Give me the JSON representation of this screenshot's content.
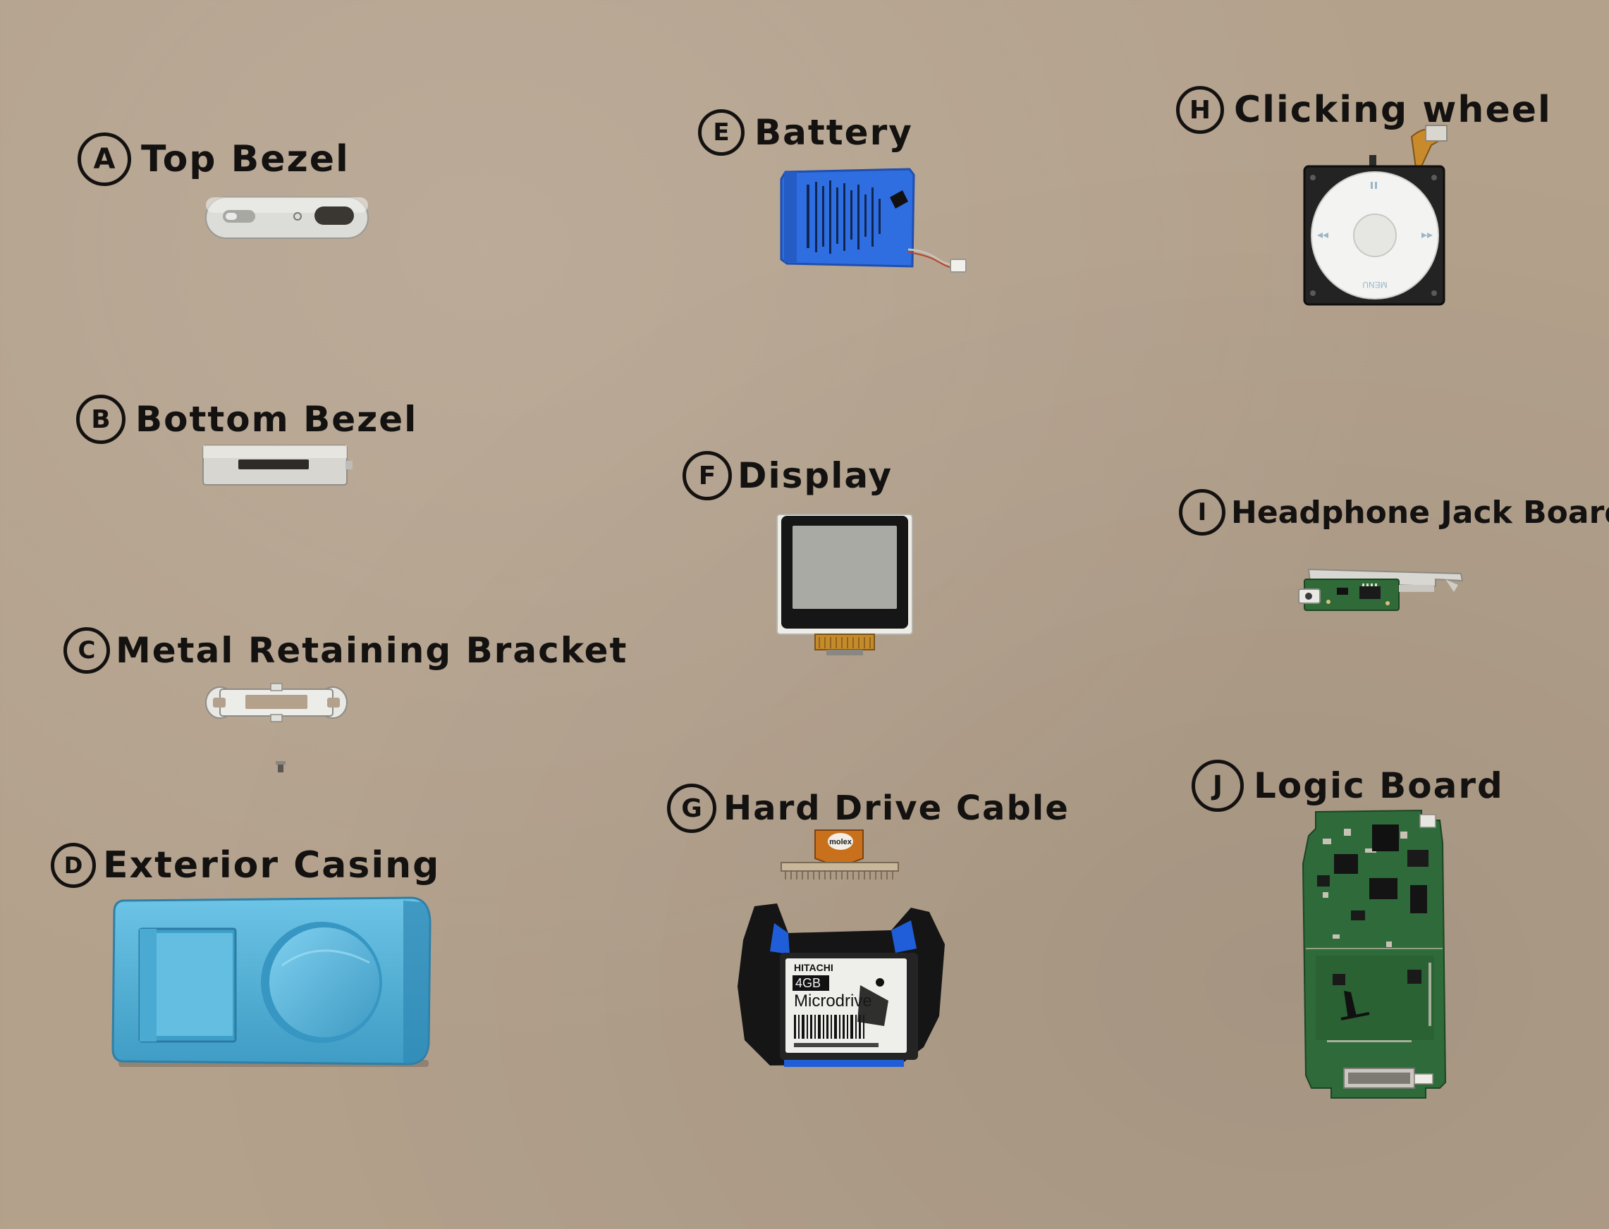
{
  "parts": [
    {
      "letter": "A",
      "name": "Top Bezel"
    },
    {
      "letter": "B",
      "name": "Bottom Bezel"
    },
    {
      "letter": "C",
      "name": "Metal Retaining Bracket"
    },
    {
      "letter": "D",
      "name": "Exterior Casing"
    },
    {
      "letter": "E",
      "name": "Battery"
    },
    {
      "letter": "F",
      "name": "Display"
    },
    {
      "letter": "G",
      "name": "Hard Drive Cable"
    },
    {
      "letter": "H",
      "name": "Clicking wheel"
    },
    {
      "letter": "I",
      "name": "Headphone Jack Board"
    },
    {
      "letter": "J",
      "name": "Logic Board"
    }
  ],
  "component_text": {
    "drive_brand": "HITACHI",
    "drive_capacity": "4GB",
    "drive_model": "Microdrive",
    "cable_brand": "molex",
    "wheel_menu": "MENU"
  },
  "colors": {
    "background": "#b3a18c",
    "ink": "#141210",
    "casing_blue": "#5cb8dc",
    "battery_blue": "#2f6ee0",
    "pcb_green": "#2f6a38",
    "aluminum": "#e4e4e0"
  }
}
